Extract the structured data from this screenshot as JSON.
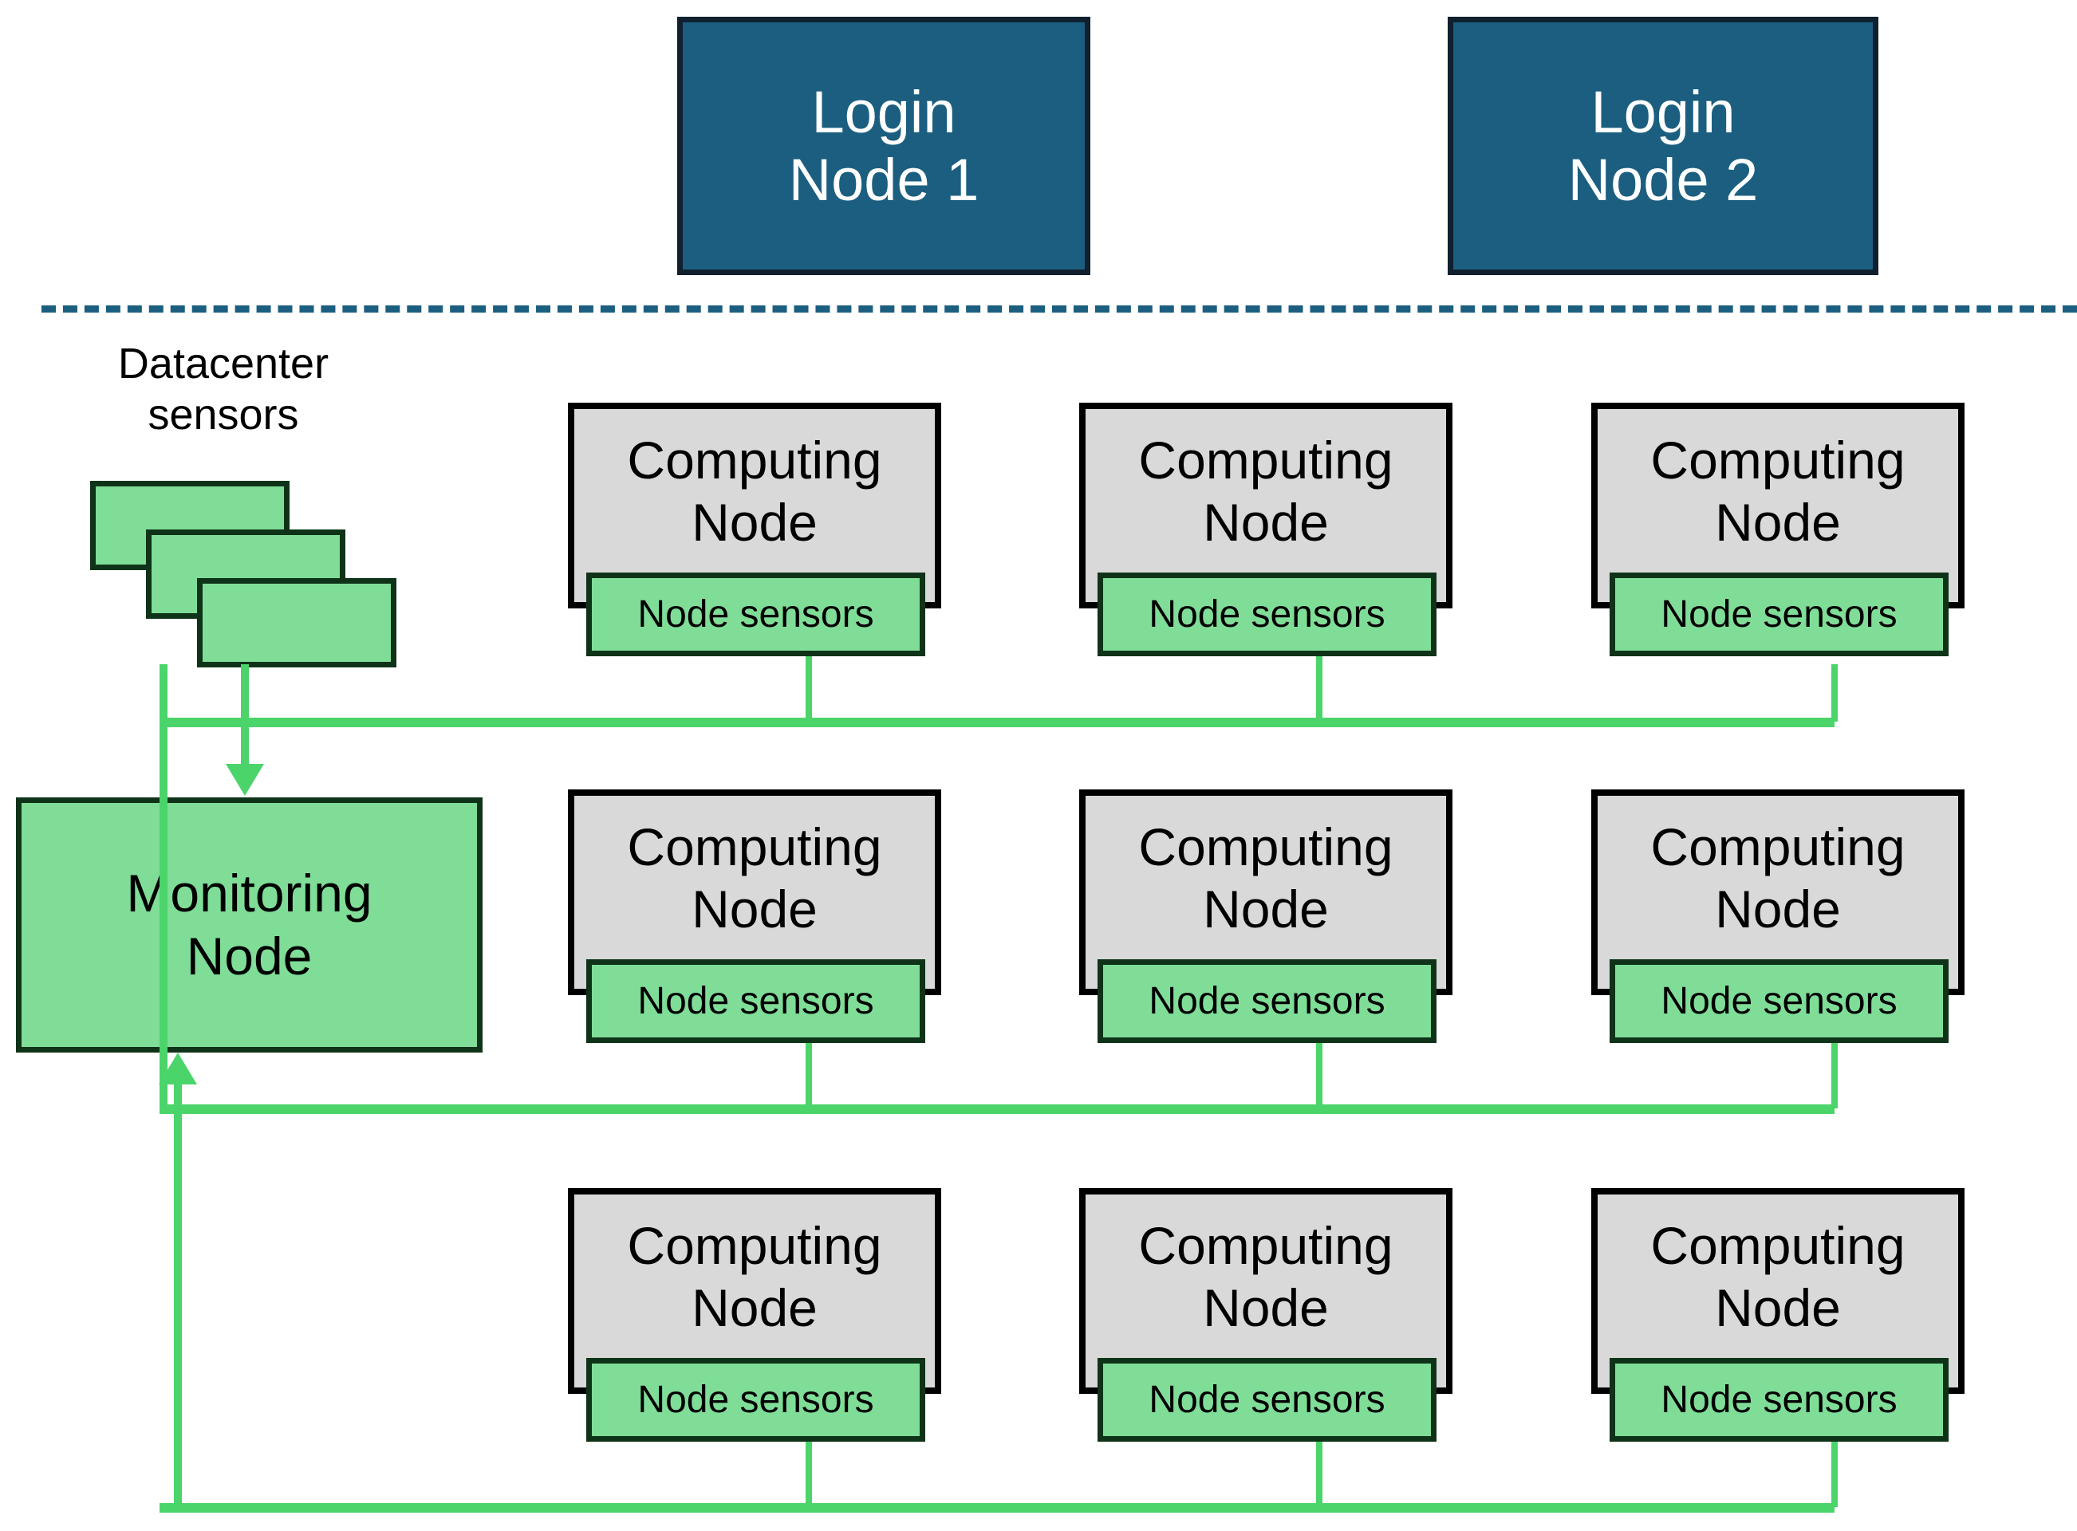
{
  "diagram": {
    "title": "HPC cluster monitoring architecture",
    "colors": {
      "login_node_fill": "#1b5e80",
      "login_node_border": "#10202e",
      "login_node_text": "#ffffff",
      "divider_dashed": "#1b5e80",
      "sensor_fill": "#7fdd98",
      "sensor_border": "#0f3318",
      "compute_fill": "#d9d9d9",
      "compute_border": "#000000",
      "wire": "#4bd46a",
      "background": "#ffffff"
    }
  },
  "login_nodes": [
    {
      "label": "Login\nNode 1"
    },
    {
      "label": "Login\nNode 2"
    }
  ],
  "datacenter": {
    "label": "Datacenter\nsensors",
    "sensor_count": 3
  },
  "monitoring": {
    "label": "Monitoring\nNode"
  },
  "compute_grid": {
    "rows": 3,
    "cols": 3,
    "node_label": "Computing\nNode",
    "sensor_label": "Node sensors",
    "nodes": [
      {
        "row": 1,
        "col": 1,
        "label": "Computing\nNode",
        "sensor": "Node sensors"
      },
      {
        "row": 1,
        "col": 2,
        "label": "Computing\nNode",
        "sensor": "Node sensors"
      },
      {
        "row": 1,
        "col": 3,
        "label": "Computing\nNode",
        "sensor": "Node sensors"
      },
      {
        "row": 2,
        "col": 1,
        "label": "Computing\nNode",
        "sensor": "Node sensors"
      },
      {
        "row": 2,
        "col": 2,
        "label": "Computing\nNode",
        "sensor": "Node sensors"
      },
      {
        "row": 2,
        "col": 3,
        "label": "Computing\nNode",
        "sensor": "Node sensors"
      },
      {
        "row": 3,
        "col": 1,
        "label": "Computing\nNode",
        "sensor": "Node sensors"
      },
      {
        "row": 3,
        "col": 2,
        "label": "Computing\nNode",
        "sensor": "Node sensors"
      },
      {
        "row": 3,
        "col": 3,
        "label": "Computing\nNode",
        "sensor": "Node sensors"
      }
    ]
  }
}
